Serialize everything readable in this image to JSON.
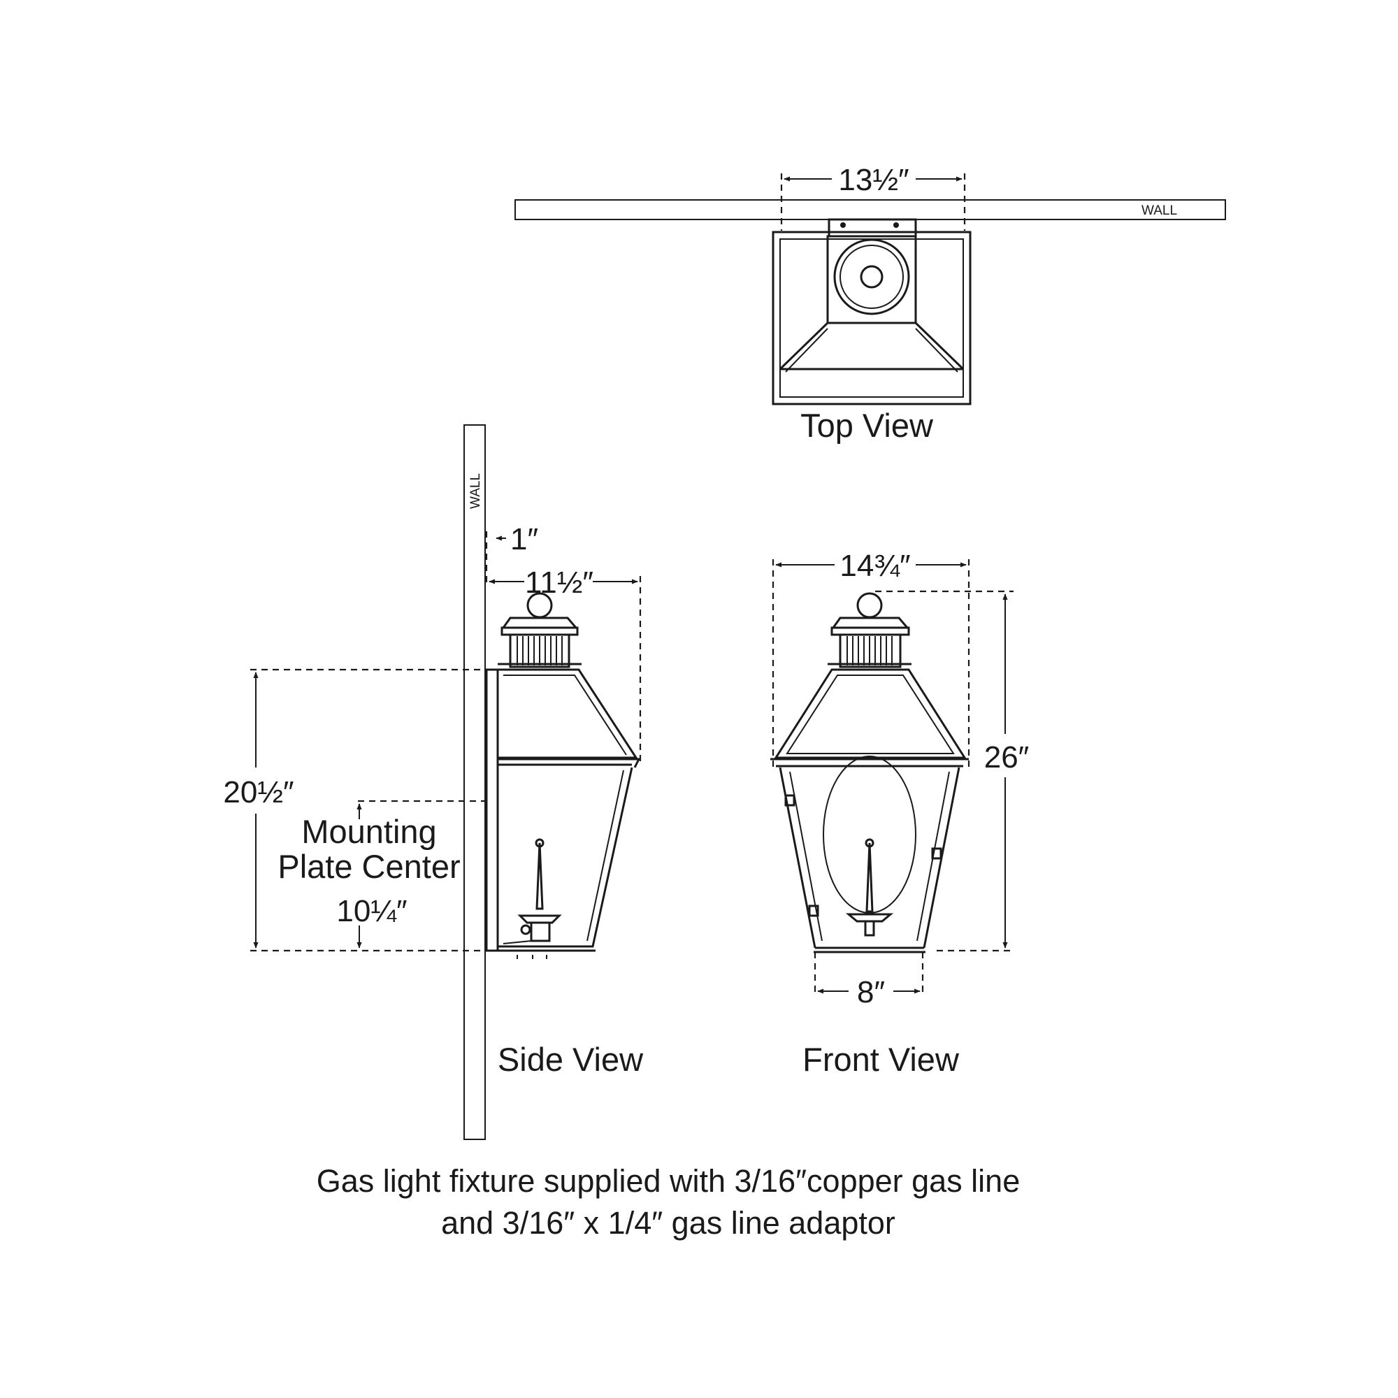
{
  "views": {
    "top": "Top View",
    "side": "Side View",
    "front": "Front View"
  },
  "wall_label": "WALL",
  "dimensions": {
    "top_width": "13½″",
    "wall_offset": "1″",
    "side_depth": "11½″",
    "side_height": "20½″",
    "mounting_line1": "Mounting",
    "mounting_line2": "Plate Center",
    "mounting_height": "10¼″",
    "front_width": "14¾″",
    "front_height": "26″",
    "base_width": "8″"
  },
  "note": {
    "line1": "Gas light fixture supplied with 3/16″copper gas line",
    "line2": "and 3/16″ x 1/4″ gas line adaptor"
  }
}
